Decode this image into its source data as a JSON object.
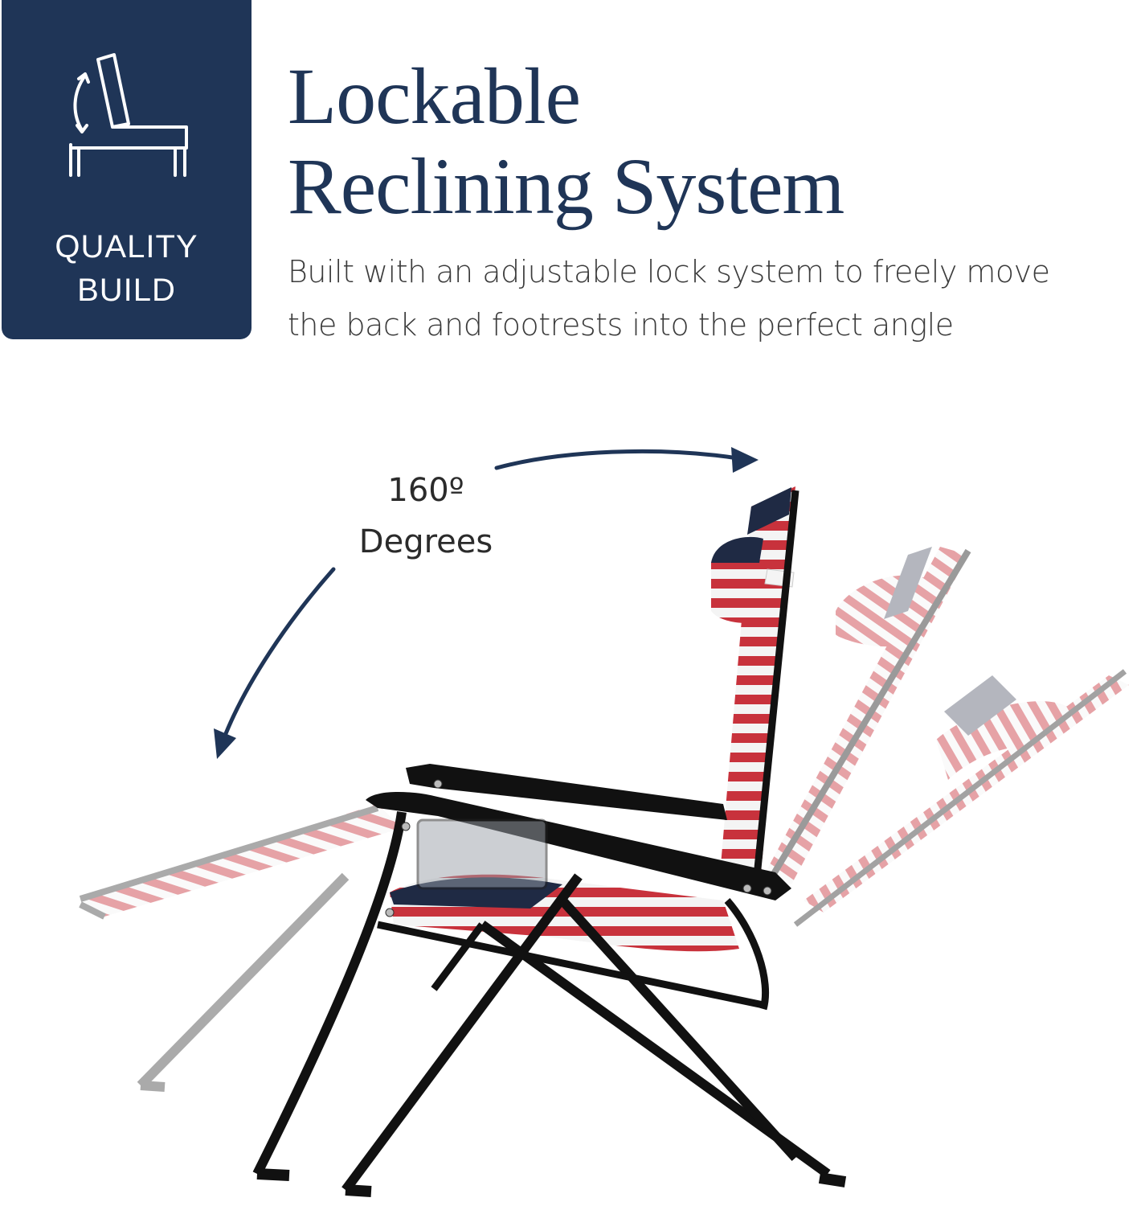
{
  "badge": {
    "line1": "QUALITY",
    "line2": "BUILD",
    "icon": "recliner-chair-icon",
    "bg_color": "#1f3557"
  },
  "heading": {
    "line1": "Lockable",
    "line2": "Reclining System"
  },
  "description": {
    "line1": "Built with an adjustable lock system to freely move",
    "line2": "the back and footrests into the perfect angle"
  },
  "angle": {
    "value": "160º",
    "unit": "Degrees"
  },
  "colors": {
    "navy": "#1f3557",
    "flag_red": "#c8323c",
    "frame": "#111111"
  }
}
